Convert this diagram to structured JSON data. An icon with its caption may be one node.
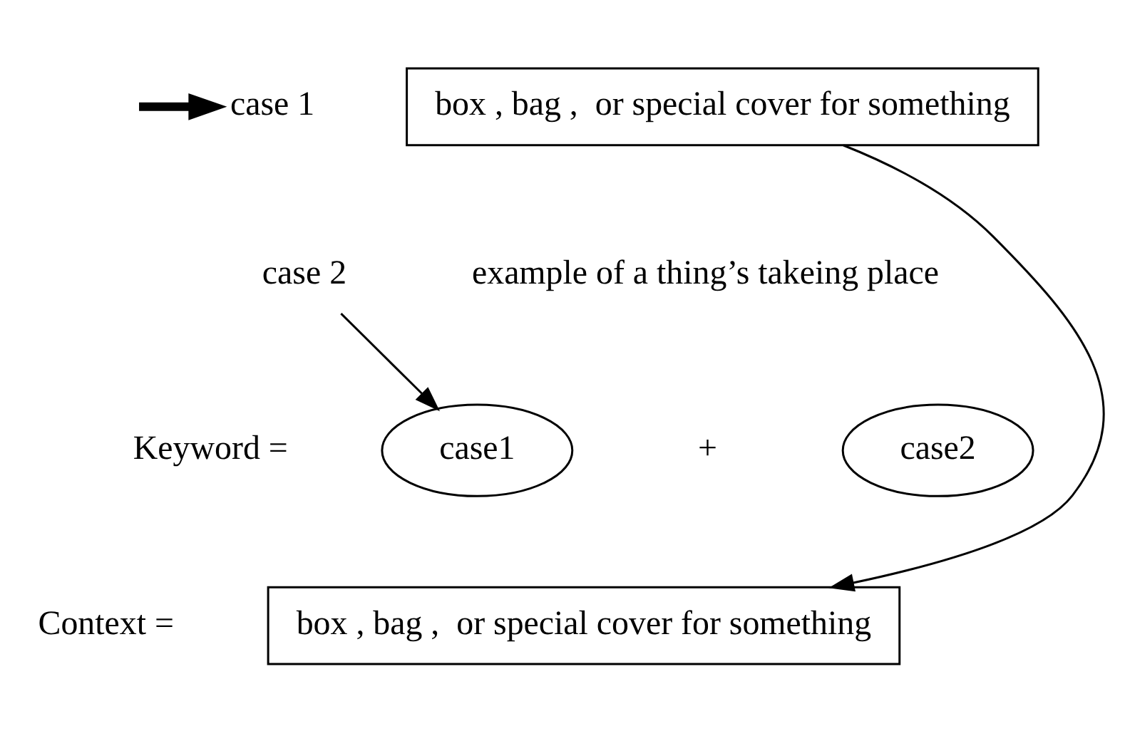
{
  "diagram": {
    "nodes": [
      {
        "text": [
          "case 1"
        ]
      },
      {
        "text": [
          "box , bag ,  or special cover for something"
        ]
      },
      {
        "text": [
          "case 2"
        ]
      },
      {
        "text": [
          "case1"
        ]
      },
      {
        "text": [
          "case2"
        ]
      },
      {
        "text": [
          "box , bag ,  or special cover for something"
        ]
      }
    ],
    "edges": [
      {
        "from": null,
        "to": 0,
        "arrow": "to",
        "style": "thick"
      },
      {
        "from": 1,
        "to": 5,
        "arrow": "to"
      },
      {
        "from": 2,
        "to": 3,
        "arrow": "to"
      }
    ],
    "labels": [
      "example of a thing’s takeing place",
      "Keyword =",
      "+",
      "Context ="
    ]
  }
}
